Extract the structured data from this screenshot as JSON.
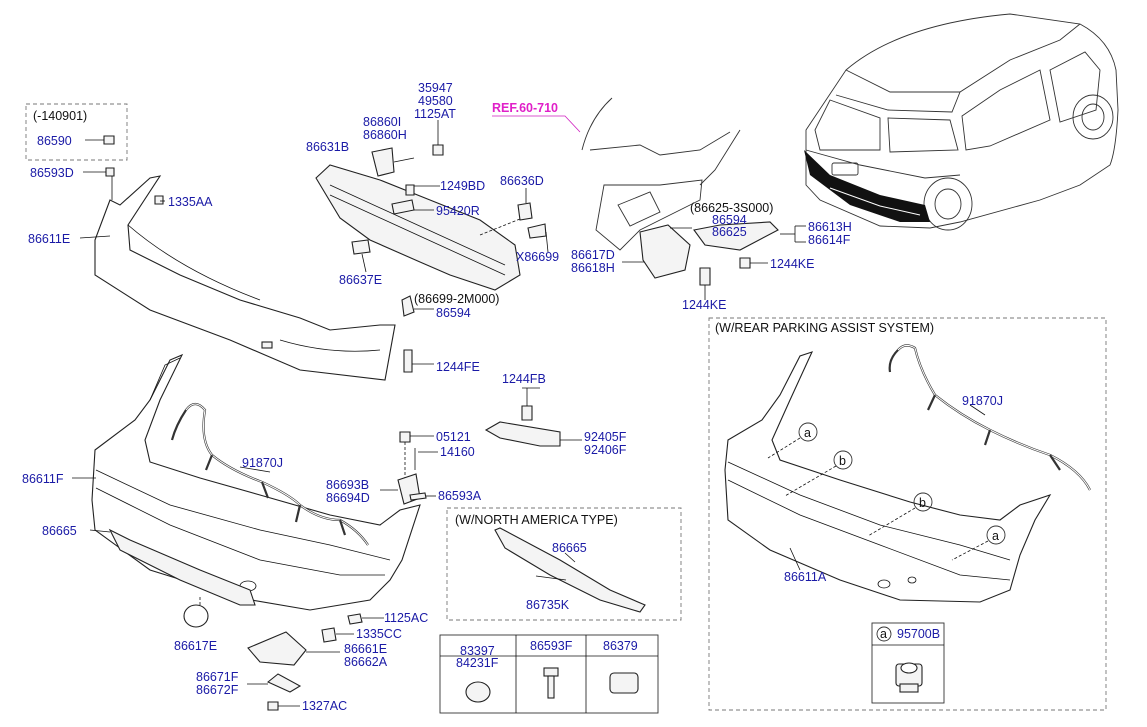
{
  "reference": "REF.60-710",
  "callouts": {
    "c_140901": "(-140901)",
    "c_86590": "86590",
    "c_86593D": "86593D",
    "c_1335AA": "1335AA",
    "c_86611E": "86611E",
    "c_86631B": "86631B",
    "c_86860I": "86860I",
    "c_86860H": "86860H",
    "c_35947": "35947",
    "c_49580": "49580",
    "c_1125AT": "1125AT",
    "c_1249BD": "1249BD",
    "c_95420R": "95420R",
    "c_86636D": "86636D",
    "c_X86699": "X86699",
    "c_86637E": "86637E",
    "c_86699_2M000": "(86699-2M000)",
    "c_86594_mid": "86594",
    "c_1244FE": "1244FE",
    "c_86625_3S000": "(86625-3S000)",
    "c_86594_r": "86594",
    "c_86625": "86625",
    "c_86613H": "86613H",
    "c_86614F": "86614F",
    "c_86617D": "86617D",
    "c_86618H": "86618H",
    "c_1244KE_a": "1244KE",
    "c_1244KE_b": "1244KE",
    "c_1244FB": "1244FB",
    "c_05121": "05121",
    "c_14160": "14160",
    "c_92405F": "92405F",
    "c_92406F": "92406F",
    "c_86611F": "86611F",
    "c_91870J_l": "91870J",
    "c_86693B": "86693B",
    "c_86694D": "86694D",
    "c_86593A": "86593A",
    "c_86665_l": "86665",
    "c_north_america": "(W/NORTH AMERICA TYPE)",
    "c_86665_na": "86665",
    "c_86735K": "86735K",
    "c_rear_parking": "(W/REAR PARKING ASSIST SYSTEM)",
    "c_91870J_r": "91870J",
    "c_86611A": "86611A",
    "c_1125AC": "1125AC",
    "c_1335CC": "1335CC",
    "c_86617E": "86617E",
    "c_86661E": "86661E",
    "c_86662A": "86662A",
    "c_86671F": "86671F",
    "c_86672F": "86672F",
    "c_1327AC": "1327AC",
    "c_95700B": "95700B",
    "letter_a": "a",
    "letter_b": "b"
  },
  "parts_table": {
    "cells": [
      {
        "lines": [
          "83397",
          "84231F"
        ]
      },
      {
        "lines": [
          "86593F"
        ]
      },
      {
        "lines": [
          "86379"
        ]
      }
    ]
  }
}
